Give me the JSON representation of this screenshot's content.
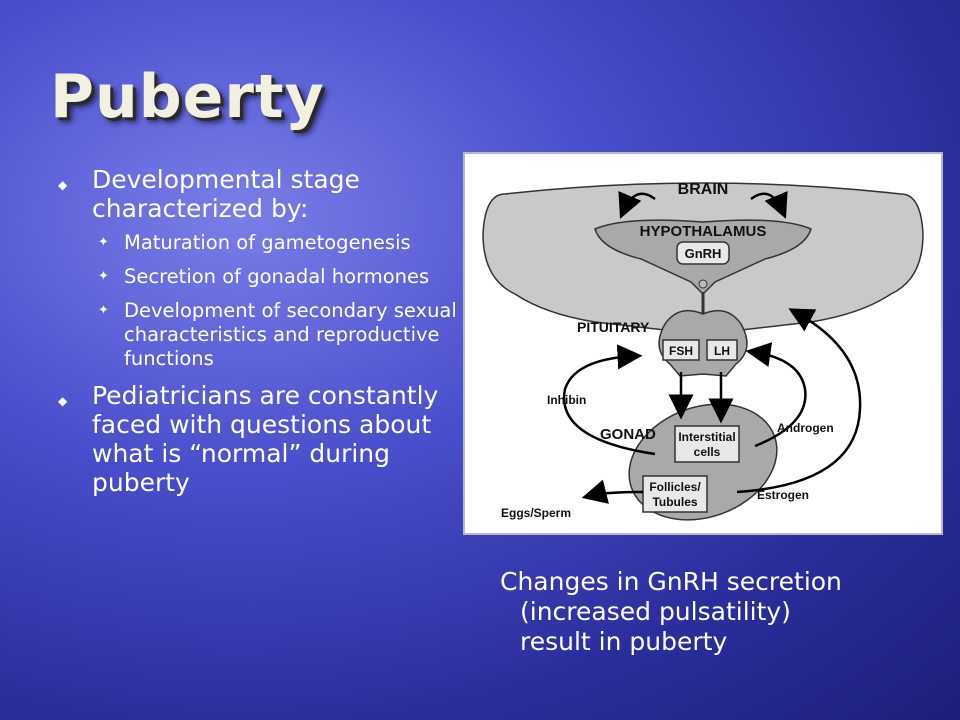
{
  "slide": {
    "title": "Puberty",
    "bullets": [
      {
        "text": "Developmental stage characterized by:",
        "sub": [
          "Maturation of gametogenesis",
          "Secretion of gonadal hormones",
          "Development  of secondary sexual characteristics and reproductive functions"
        ]
      },
      {
        "text": "Pediatricians are constantly faced with questions about what is “normal” during puberty"
      }
    ],
    "caption_line1": "Changes in GnRH secretion",
    "caption_line2": "(increased pulsatility)",
    "caption_line3": "result in puberty"
  },
  "diagram": {
    "brain": "BRAIN",
    "hypothalamus": "HYPOTHALAMUS",
    "gnrh": "GnRH",
    "pituitary": "PITUITARY",
    "fsh": "FSH",
    "lh": "LH",
    "inhibin": "Inhibin",
    "androgen": "Androgen",
    "gonad": "GONAD",
    "interstitial_1": "Interstitial",
    "interstitial_2": "cells",
    "follicles_1": "Follicles/",
    "follicles_2": "Tubules",
    "estrogen": "Estrogen",
    "eggs_sperm": "Eggs/Sperm"
  },
  "colors": {
    "title": "#f2f0e0",
    "background": "#3a3fc0",
    "diagram_gray": "#c9c9c9"
  }
}
